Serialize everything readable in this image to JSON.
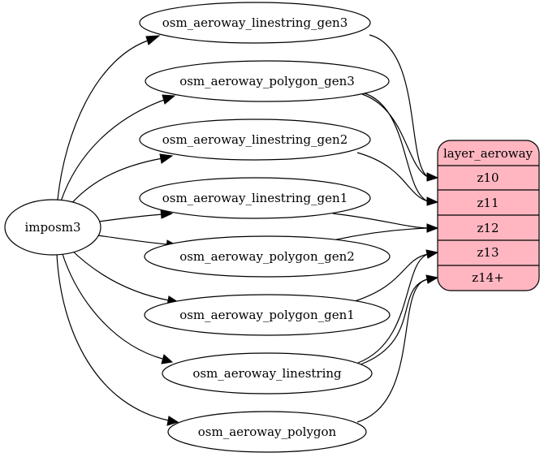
{
  "diagram": {
    "source_node": "imposm3",
    "tables": [
      "osm_aeroway_linestring_gen3",
      "osm_aeroway_polygon_gen3",
      "osm_aeroway_linestring_gen2",
      "osm_aeroway_linestring_gen1",
      "osm_aeroway_polygon_gen2",
      "osm_aeroway_polygon_gen1",
      "osm_aeroway_linestring",
      "osm_aeroway_polygon"
    ],
    "layer": {
      "name": "layer_aeroway",
      "fill_color": "#ffb6c1",
      "zoom_levels": [
        "z10",
        "z11",
        "z12",
        "z13",
        "z14+"
      ]
    },
    "edges_to_zoom": [
      {
        "from": "osm_aeroway_linestring_gen3",
        "to": "z10"
      },
      {
        "from": "osm_aeroway_polygon_gen3",
        "to": "z10"
      },
      {
        "from": "osm_aeroway_polygon_gen3",
        "to": "z11"
      },
      {
        "from": "osm_aeroway_linestring_gen2",
        "to": "z11"
      },
      {
        "from": "osm_aeroway_linestring_gen1",
        "to": "z12"
      },
      {
        "from": "osm_aeroway_polygon_gen2",
        "to": "z12"
      },
      {
        "from": "osm_aeroway_polygon_gen1",
        "to": "z13"
      },
      {
        "from": "osm_aeroway_linestring",
        "to": "z13"
      },
      {
        "from": "osm_aeroway_linestring",
        "to": "z14+"
      },
      {
        "from": "osm_aeroway_polygon",
        "to": "z14+"
      }
    ]
  }
}
